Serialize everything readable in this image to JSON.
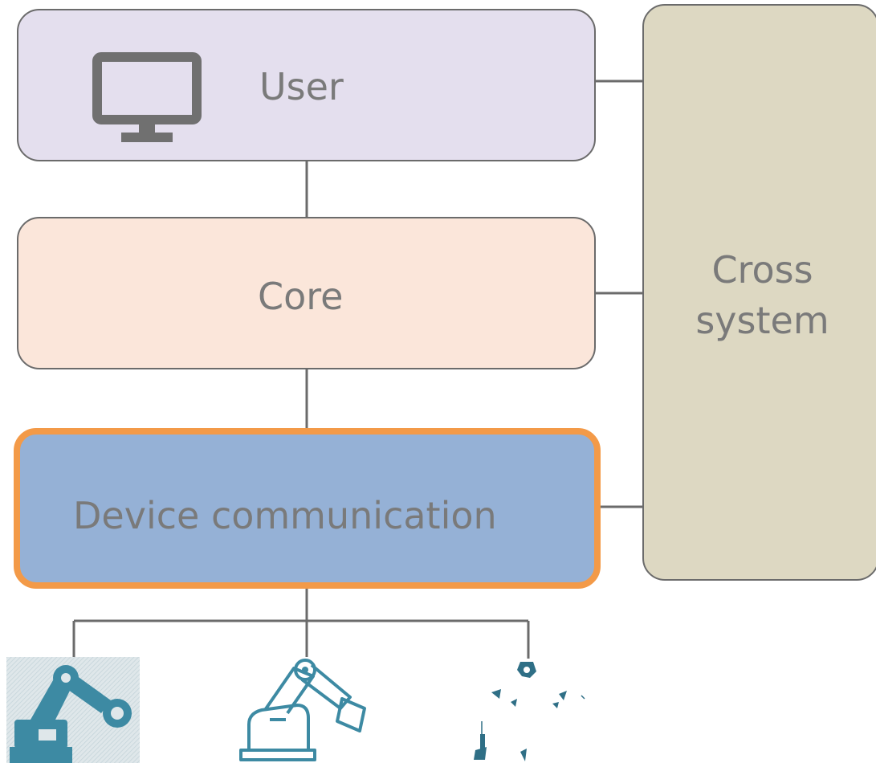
{
  "layers": {
    "user": {
      "label": "User",
      "icon": "monitor-icon"
    },
    "core": {
      "label": "Core",
      "icon": "gears-icon"
    },
    "device": {
      "label": "Device communication",
      "highlighted": true,
      "highlight_color": "#f39a48"
    },
    "cross": {
      "label": "Cross\nsystem"
    }
  },
  "colors": {
    "user_fill": "#e4dfee",
    "core_fill": "#fbe6da",
    "device_fill": "#95b1d6",
    "cross_fill": "#ddd8c2",
    "connector": "#6b6b6b",
    "text": "#7a7a7a",
    "device_icons": "#3d8aa3"
  },
  "devices": [
    {
      "icon": "industrial-robot-arm-icon"
    },
    {
      "icon": "robot-arm-outline-icon"
    },
    {
      "icon": "robot-arm-sketch-icon"
    }
  ]
}
